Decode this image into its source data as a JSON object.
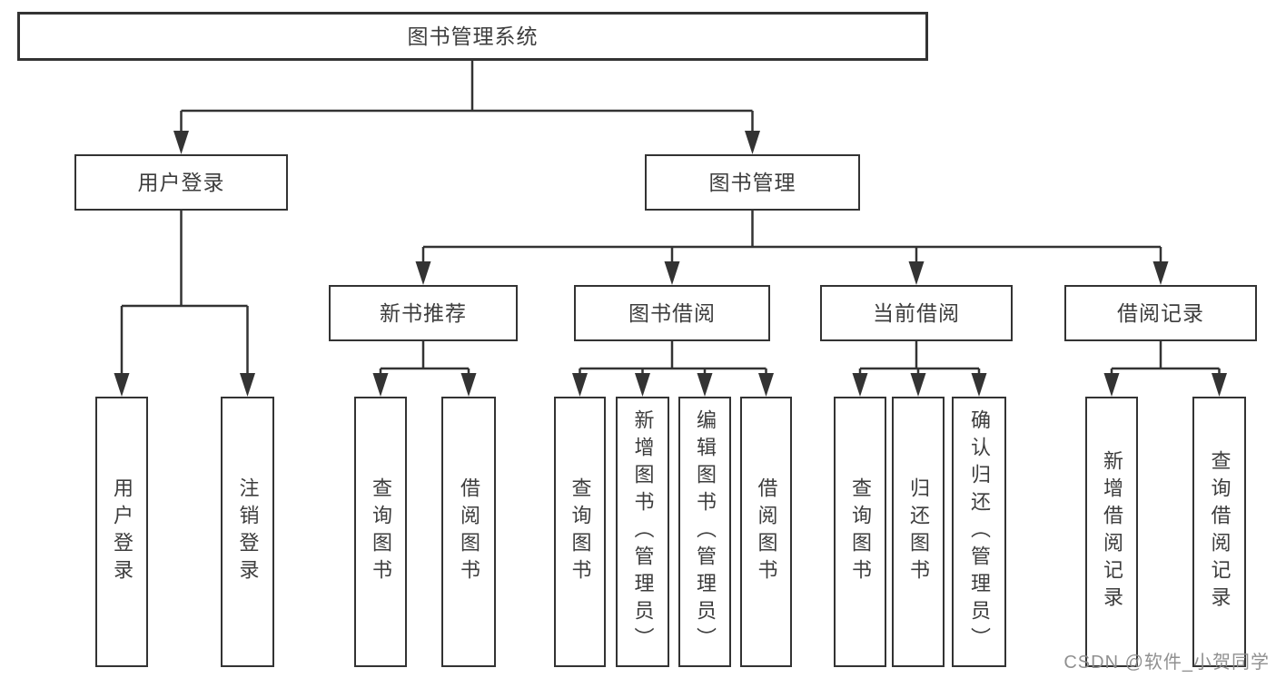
{
  "nodes": {
    "root": {
      "label": "图书管理系统"
    },
    "level2": [
      {
        "id": "user-login",
        "label": "用户登录"
      },
      {
        "id": "book-management",
        "label": "图书管理"
      }
    ],
    "level3": [
      {
        "id": "new-book-recommend",
        "label": "新书推荐"
      },
      {
        "id": "book-borrowing",
        "label": "图书借阅"
      },
      {
        "id": "current-borrowing",
        "label": "当前借阅"
      },
      {
        "id": "borrowing-records",
        "label": "借阅记录"
      }
    ],
    "leaves": [
      {
        "label": "用户登录"
      },
      {
        "label": "注销登录"
      },
      {
        "label": "查询图书"
      },
      {
        "label": "借阅图书"
      },
      {
        "label": "查询图书"
      },
      {
        "label": "新增图书（管理员）"
      },
      {
        "label": "编辑图书（管理员）"
      },
      {
        "label": "借阅图书"
      },
      {
        "label": "查询图书"
      },
      {
        "label": "归还图书"
      },
      {
        "label": "确认归还（管理员）"
      },
      {
        "label": "新增借阅记录"
      },
      {
        "label": "查询借阅记录"
      }
    ]
  },
  "watermark": "CSDN @软件_小贺同学",
  "colors": {
    "line": "#333333",
    "text": "#3d3d3d",
    "box_background": "#ffffff",
    "watermark": "#8a8a8a",
    "background": "#ffffff"
  }
}
